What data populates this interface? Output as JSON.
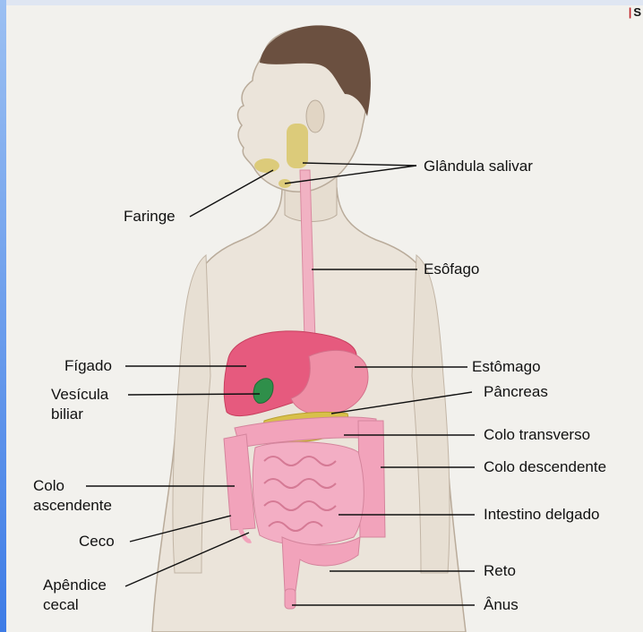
{
  "corner_mark": "S",
  "labels": {
    "glandula_salivar": "Glândula salivar",
    "faringe": "Faringe",
    "esofago": "Esôfago",
    "figado": "Fígado",
    "estomago": "Estômago",
    "vesicula_1": "Vesícula",
    "vesicula_2": "biliar",
    "pancreas": "Pâncreas",
    "colo_transverso": "Colo transverso",
    "colo_ascendente_1": "Colo",
    "colo_ascendente_2": "ascendente",
    "colo_descendente": "Colo descendente",
    "intestino_delgado": "Intestino delgado",
    "ceco": "Ceco",
    "reto": "Reto",
    "apendice_1": "Apêndice",
    "apendice_2": "cecal",
    "anus": "Ânus"
  },
  "colors": {
    "skin": "#ebe4da",
    "hair": "#6b5040",
    "liver": "#e65a7e",
    "stomach": "#ef8fa6",
    "intestine": "#f2a3bb",
    "pancreas": "#d8c04a",
    "gallbladder": "#2f8f4a",
    "esophagus": "#f1b2c3",
    "salivary": "#dccb7a"
  }
}
